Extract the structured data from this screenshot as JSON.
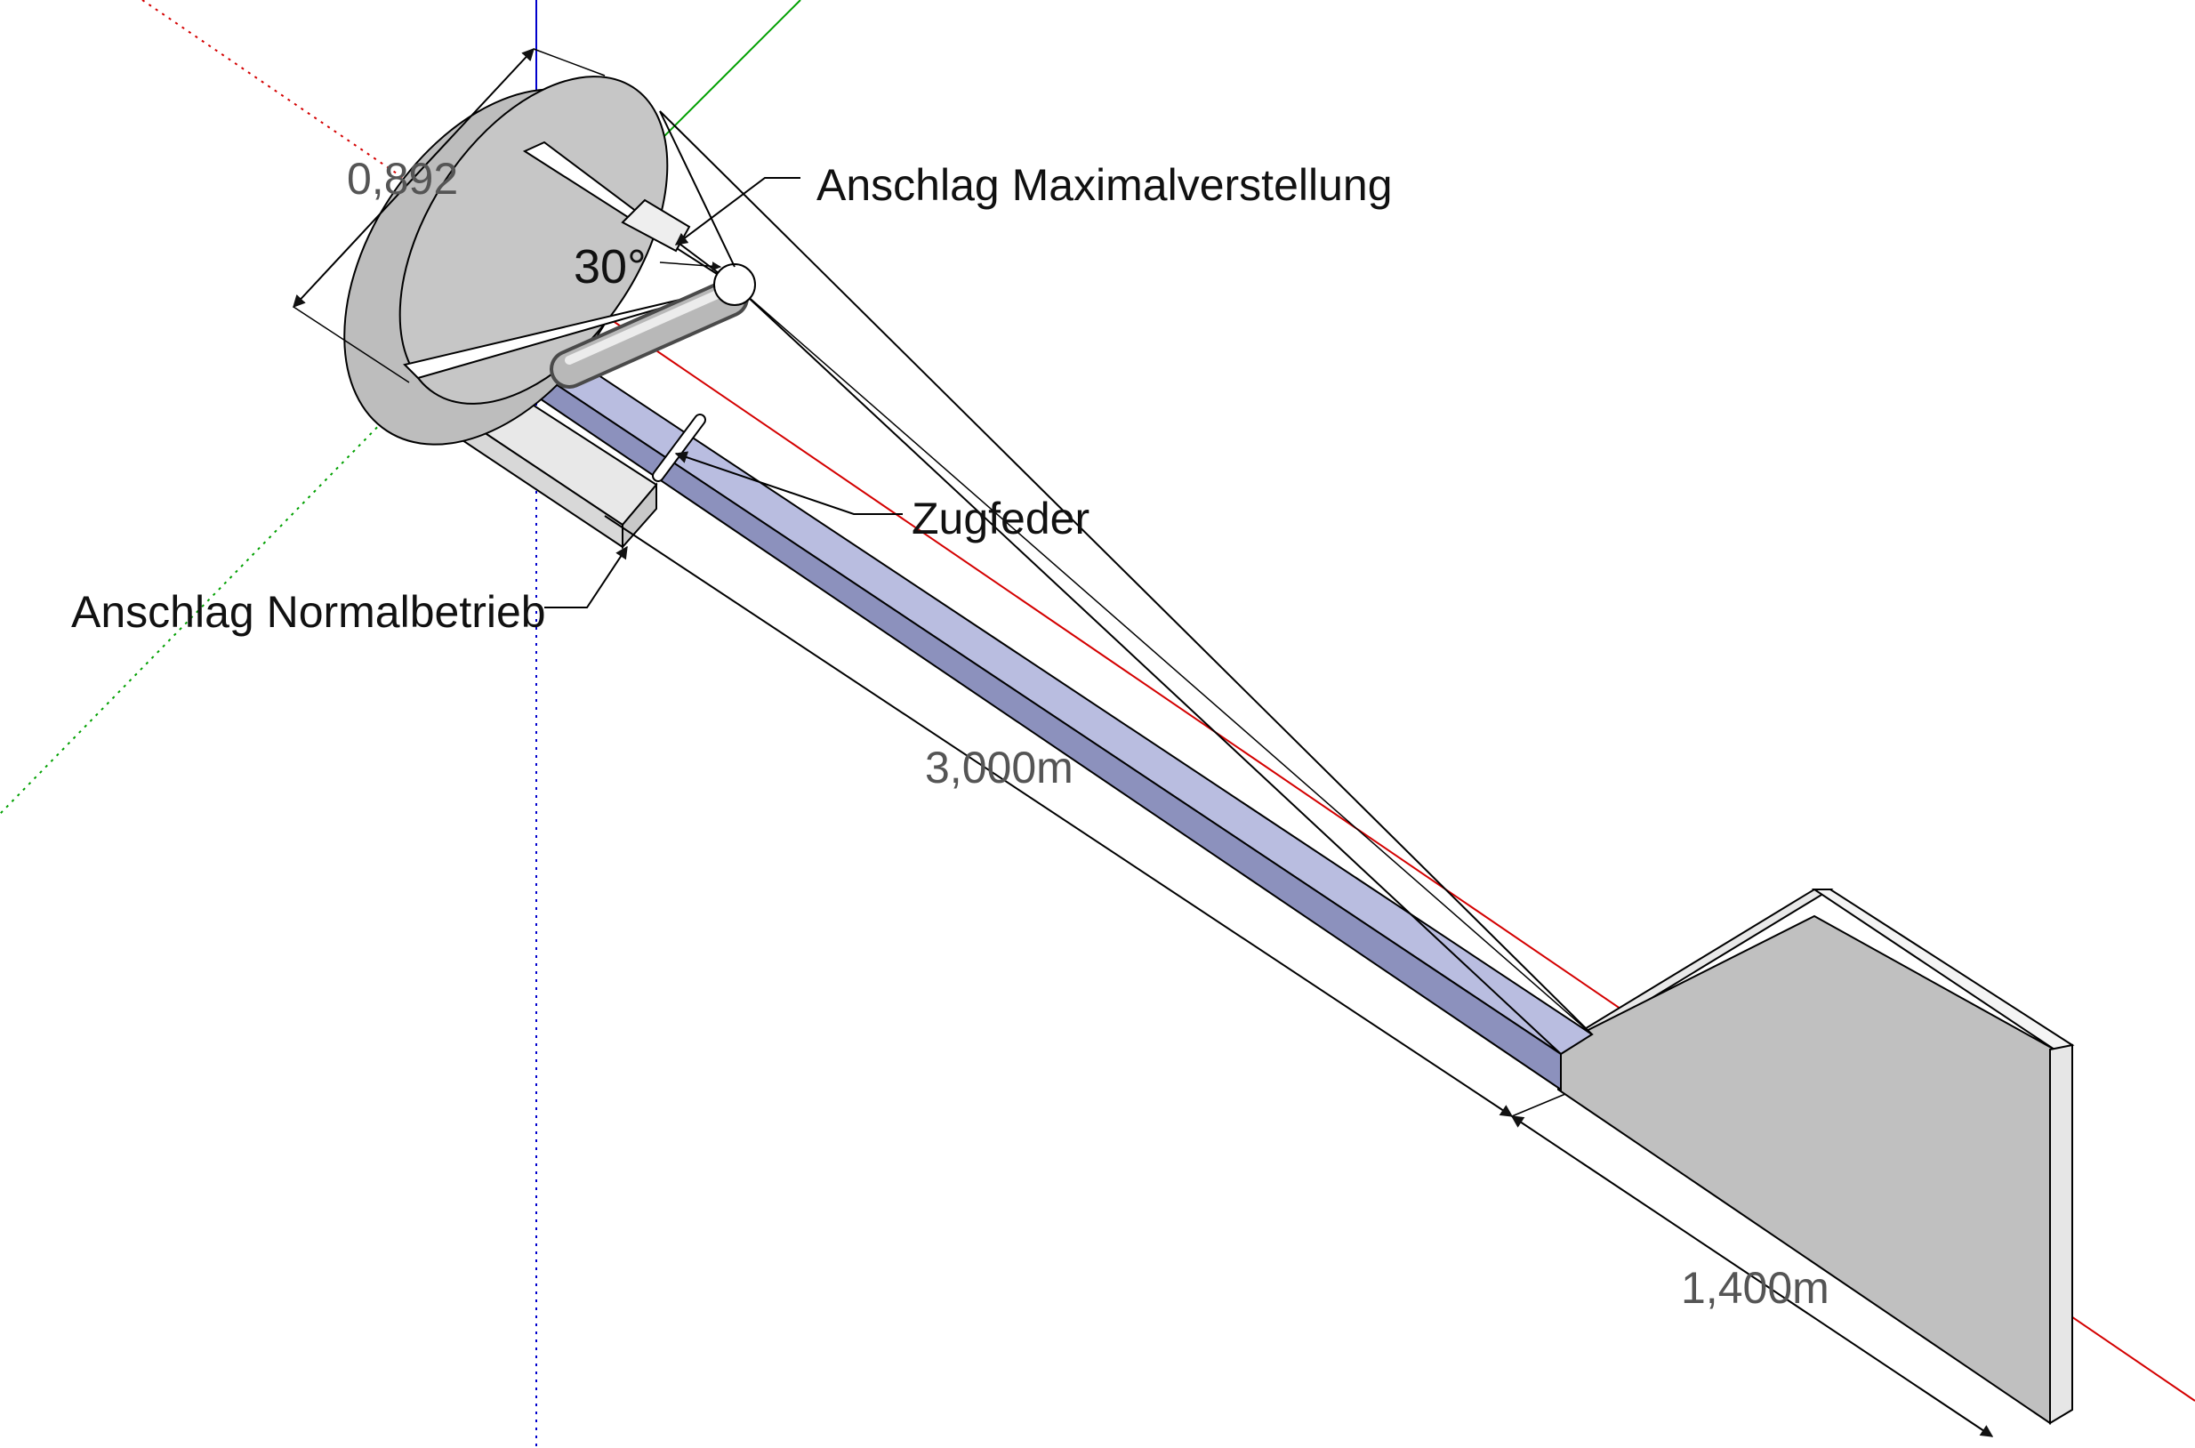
{
  "labels": {
    "stop_max": "Anschlag Maximalverstellung",
    "spring": "Zugfeder",
    "stop_normal": "Anschlag Normalbetrieb"
  },
  "dimensions": {
    "diameter": "0,892",
    "boom_length": "3,000m",
    "tail_length": "1,400m",
    "angle": "30°"
  },
  "colors": {
    "axis_red": "#d40000",
    "axis_green": "#00a000",
    "axis_blue": "#0000cc",
    "boom_blue": "#b9bde0",
    "boom_side": "#8c91bd",
    "solid_gray": "#c0c0c0",
    "light_gray": "#e8e8e8"
  }
}
